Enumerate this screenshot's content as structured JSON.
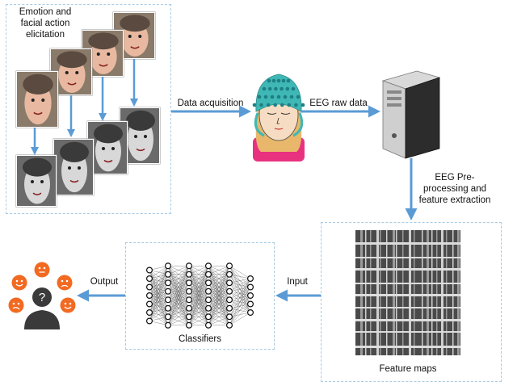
{
  "title_stimulus": "Emotion and facial action elicitation",
  "edges": {
    "acquisition": "Data acquisition",
    "raw": "EEG raw data",
    "preprocess": "EEG Pre-processing and feature extraction",
    "input": "Input",
    "output": "Output"
  },
  "nodes": {
    "feature_maps": "Feature maps",
    "classifiers": "Classifiers"
  },
  "colors": {
    "arrow": "#5b9bd5",
    "dashed_border": "#a9cbe4",
    "cap": "#3fb8b5",
    "emoji": "#f26a22",
    "person": "#3a3a3a"
  },
  "emotion_icons": [
    "neutral",
    "smile",
    "sad",
    "worried",
    "happy",
    "question"
  ],
  "nn_layers": [
    7,
    8,
    8,
    8,
    8,
    5
  ]
}
